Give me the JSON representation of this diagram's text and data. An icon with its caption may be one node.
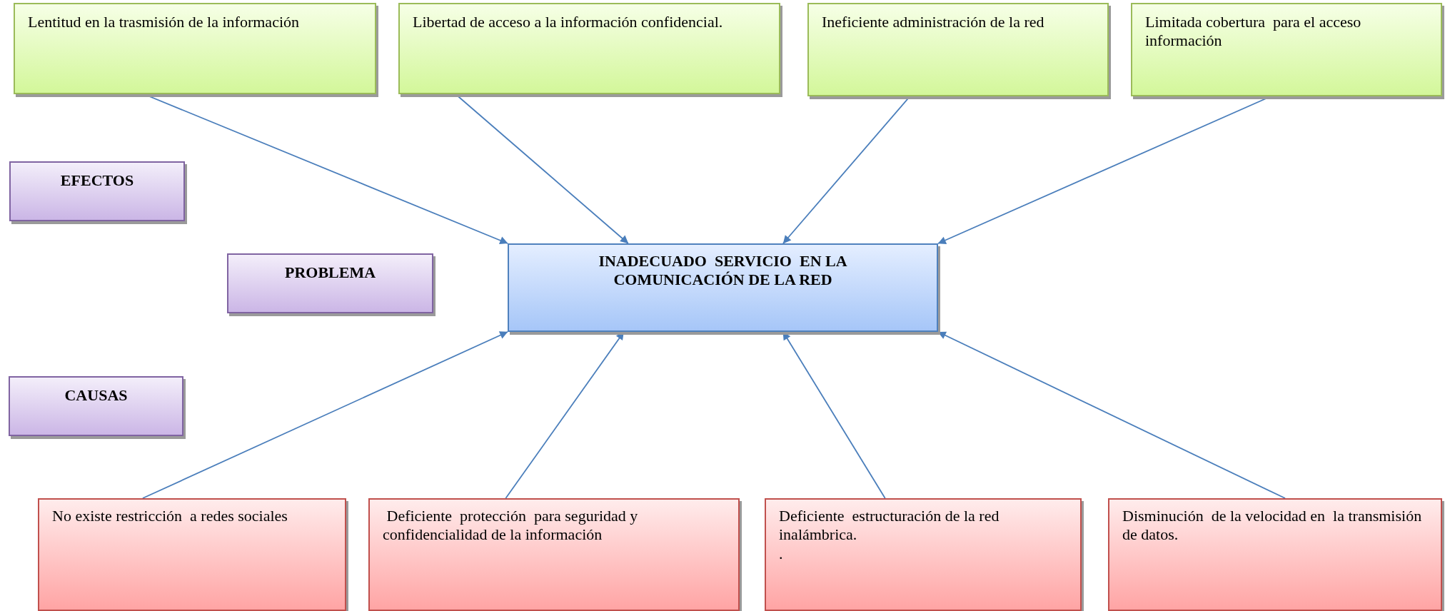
{
  "diagram": {
    "nodes": [
      {
        "text": [
          "Lentitud en la trasmisión de la información"
        ]
      },
      {
        "text": [
          "Libertad de acceso a la información confidencial."
        ]
      },
      {
        "text": [
          "Ineficiente administración de la red"
        ]
      },
      {
        "text": [
          "Limitada cobertura  para el acceso información"
        ]
      },
      {
        "text": [
          "EFECTOS"
        ]
      },
      {
        "text": [
          "PROBLEMA"
        ]
      },
      {
        "text": [
          "INADECUADO  SERVICIO  EN LA COMUNICACIÓN DE LA RED"
        ]
      },
      {
        "text": [
          "CAUSAS"
        ]
      },
      {
        "text": [
          "No existe restricción  a redes sociales"
        ]
      },
      {
        "text": [
          " Deficiente  protección  para seguridad y confidencialidad de la información"
        ]
      },
      {
        "text": [
          "Deficiente  estructuración de la red inalámbrica.",
          "."
        ]
      },
      {
        "text": [
          "Disminución  de la velocidad en  la transmisión  de datos."
        ]
      }
    ],
    "edges": [
      {
        "from": 0,
        "to": 6,
        "arrow": "to"
      },
      {
        "from": 1,
        "to": 6,
        "arrow": "to"
      },
      {
        "from": 2,
        "to": 6,
        "arrow": "to"
      },
      {
        "from": 3,
        "to": 6,
        "arrow": "to"
      },
      {
        "from": 8,
        "to": 6,
        "arrow": "to"
      },
      {
        "from": 9,
        "to": 6,
        "arrow": "to"
      },
      {
        "from": 10,
        "to": 6,
        "arrow": "to"
      },
      {
        "from": 11,
        "to": 6,
        "arrow": "to"
      }
    ]
  }
}
